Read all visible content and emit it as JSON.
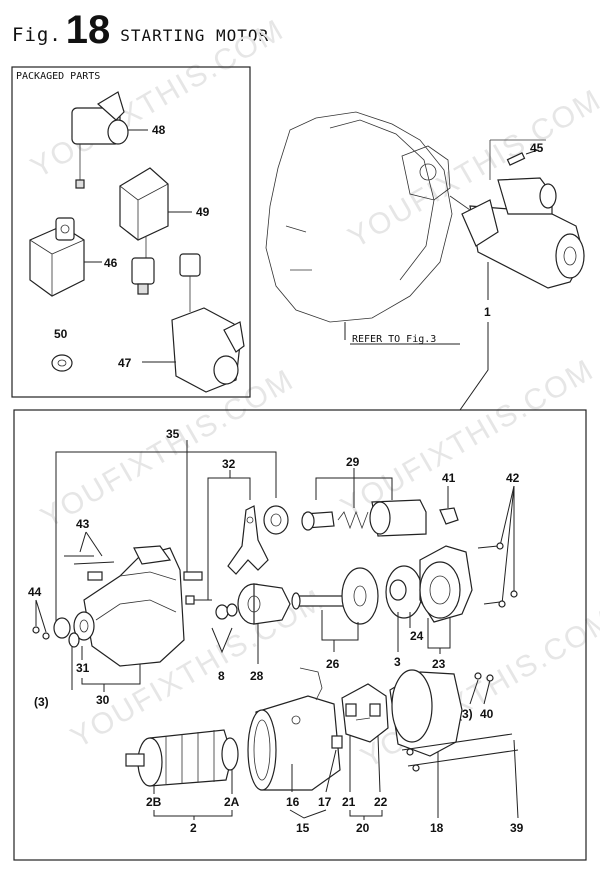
{
  "header": {
    "prefix": "Fig.",
    "number": "18",
    "title": "STARTING MOTOR"
  },
  "packaged_parts": {
    "label": "PACKAGED PARTS",
    "items": [
      "48",
      "49",
      "46",
      "50",
      "47"
    ]
  },
  "assembly_view": {
    "refer_note": "REFER TO Fig.3",
    "labels": [
      "45",
      "1"
    ]
  },
  "exploded_view": {
    "labels": [
      "35",
      "32",
      "29",
      "41",
      "42",
      "43",
      "44",
      "31",
      "(3)",
      "30",
      "8",
      "28",
      "26",
      "3",
      "24",
      "23",
      "(3)",
      "40",
      "2B",
      "2A",
      "2",
      "16",
      "17",
      "15",
      "21",
      "22",
      "20",
      "18",
      "39"
    ]
  },
  "watermark": "YOUFIXTHIS.COM"
}
